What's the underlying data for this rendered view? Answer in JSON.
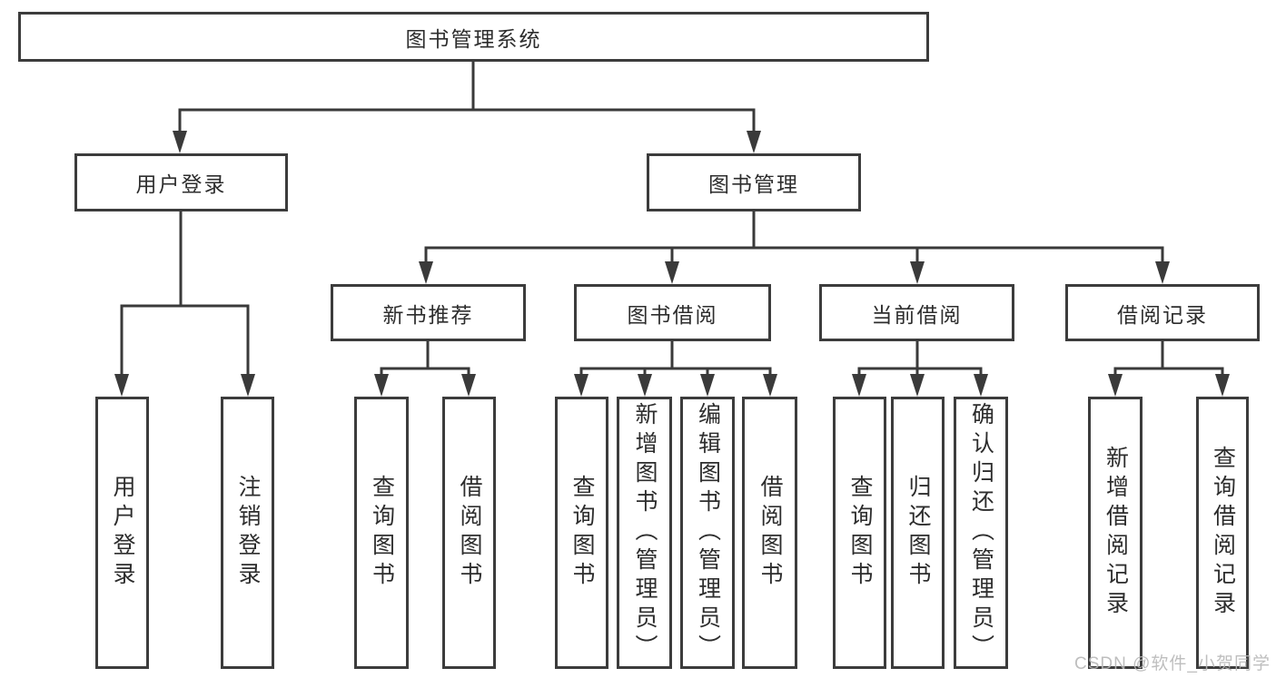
{
  "nodes": {
    "root": {
      "label": "图书管理系统"
    },
    "user_login": {
      "label": "用户登录"
    },
    "book_mgmt": {
      "label": "图书管理"
    },
    "new_book_rec": {
      "label": "新书推荐"
    },
    "book_borrow": {
      "label": "图书借阅"
    },
    "current_borrow": {
      "label": "当前借阅"
    },
    "borrow_records": {
      "label": "借阅记录"
    },
    "leaf_user_login": {
      "label": "用户登录"
    },
    "leaf_logout": {
      "label": "注销登录"
    },
    "leaf_nb_query": {
      "label": "查询图书"
    },
    "leaf_nb_borrow": {
      "label": "借阅图书"
    },
    "leaf_bb_query": {
      "label": "查询图书"
    },
    "leaf_bb_add": {
      "label": "新增图书（管理员）"
    },
    "leaf_bb_edit": {
      "label": "编辑图书（管理员）"
    },
    "leaf_bb_borrow": {
      "label": "借阅图书"
    },
    "leaf_cb_query": {
      "label": "查询图书"
    },
    "leaf_cb_return": {
      "label": "归还图书"
    },
    "leaf_cb_confirm": {
      "label": "确认归还（管理员）"
    },
    "leaf_br_add": {
      "label": "新增借阅记录"
    },
    "leaf_br_query": {
      "label": "查询借阅记录"
    }
  },
  "edges": [
    [
      "root",
      "user_login"
    ],
    [
      "root",
      "book_mgmt"
    ],
    [
      "user_login",
      "leaf_user_login"
    ],
    [
      "user_login",
      "leaf_logout"
    ],
    [
      "book_mgmt",
      "new_book_rec"
    ],
    [
      "book_mgmt",
      "book_borrow"
    ],
    [
      "book_mgmt",
      "current_borrow"
    ],
    [
      "book_mgmt",
      "borrow_records"
    ],
    [
      "new_book_rec",
      "leaf_nb_query"
    ],
    [
      "new_book_rec",
      "leaf_nb_borrow"
    ],
    [
      "book_borrow",
      "leaf_bb_query"
    ],
    [
      "book_borrow",
      "leaf_bb_add"
    ],
    [
      "book_borrow",
      "leaf_bb_edit"
    ],
    [
      "book_borrow",
      "leaf_bb_borrow"
    ],
    [
      "current_borrow",
      "leaf_cb_query"
    ],
    [
      "current_borrow",
      "leaf_cb_return"
    ],
    [
      "current_borrow",
      "leaf_cb_confirm"
    ],
    [
      "borrow_records",
      "leaf_br_add"
    ],
    [
      "borrow_records",
      "leaf_br_query"
    ]
  ],
  "watermark": {
    "text": "CSDN @软件_小贺同学"
  },
  "colors": {
    "line": "#3a3a3a",
    "box_border": "#3c3c3c",
    "text": "#2d2d2d",
    "watermark": "#b8b8b8",
    "background": "#ffffff"
  }
}
